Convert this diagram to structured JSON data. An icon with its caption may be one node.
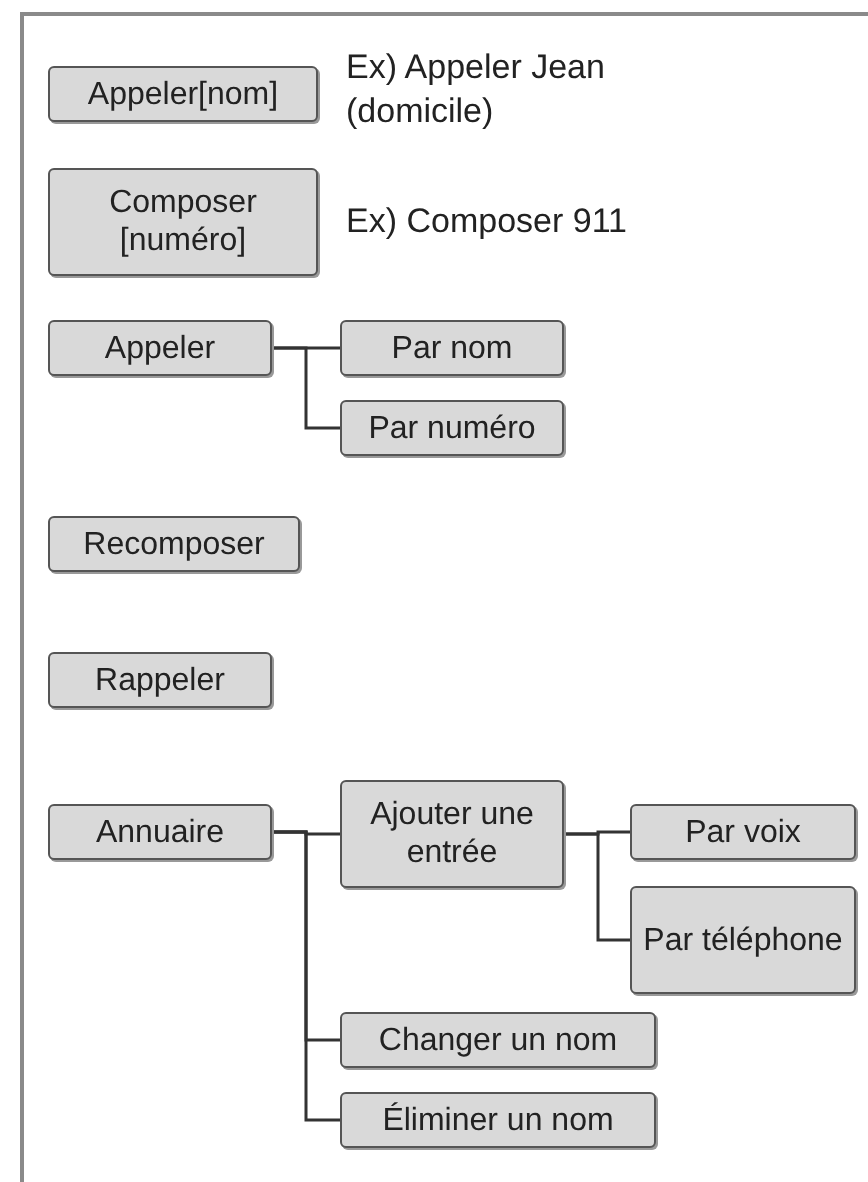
{
  "diagram": {
    "nodes": [
      {
        "text": [
          "Appeler[nom]"
        ],
        "beside": [
          "Ex) Appeler Jean (domicile)"
        ]
      },
      {
        "text": [
          "Composer [numéro]"
        ],
        "beside": [
          "Ex) Composer 911"
        ]
      },
      {
        "text": [
          "Appeler"
        ]
      },
      {
        "text": [
          "Par nom"
        ]
      },
      {
        "text": [
          "Par numéro"
        ]
      },
      {
        "text": [
          "Recomposer"
        ]
      },
      {
        "text": [
          "Rappeler"
        ]
      },
      {
        "text": [
          "Annuaire"
        ]
      },
      {
        "text": [
          "Ajouter une entrée"
        ]
      },
      {
        "text": [
          "Par voix"
        ]
      },
      {
        "text": [
          "Par téléphone"
        ]
      },
      {
        "text": [
          "Changer un nom"
        ]
      },
      {
        "text": [
          "Éliminer un nom"
        ]
      }
    ],
    "edges": [
      {
        "from": 2,
        "to": 3,
        "arrow": "none"
      },
      {
        "from": 2,
        "to": 4,
        "arrow": "none"
      },
      {
        "from": 7,
        "to": 8,
        "arrow": "none"
      },
      {
        "from": 8,
        "to": 9,
        "arrow": "none"
      },
      {
        "from": 8,
        "to": 10,
        "arrow": "none"
      },
      {
        "from": 7,
        "to": 11,
        "arrow": "none"
      },
      {
        "from": 7,
        "to": 12,
        "arrow": "none"
      }
    ]
  }
}
